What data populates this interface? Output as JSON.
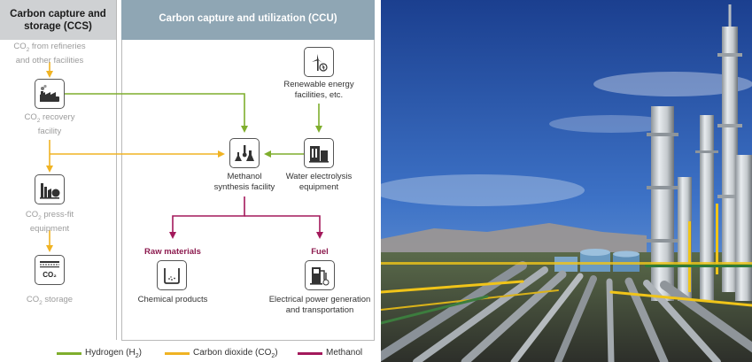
{
  "ccs": {
    "title_line1": "Carbon capture and",
    "title_line2": "storage (CCS)",
    "source_line1": "from refineries",
    "source_line2": "and other facilities",
    "recovery_line1": "recovery",
    "recovery_line2": "facility",
    "pressfit_line1": "press-fit",
    "pressfit_line2": "equipment",
    "storage_label": "storage",
    "storage_icon_text": "CO₂"
  },
  "co2": {
    "prefix": "CO",
    "sub": "2"
  },
  "ccu": {
    "title": "Carbon capture and utilization (CCU)",
    "renewable_line1": "Renewable energy",
    "renewable_line2": "facilities, etc.",
    "methanol_line1": "Methanol",
    "methanol_line2": "synthesis facility",
    "electrolysis_line1": "Water electrolysis",
    "electrolysis_line2": "equipment",
    "raw_materials": "Raw materials",
    "fuel": "Fuel",
    "chemical_products": "Chemical products",
    "power_line1": "Electrical power generation",
    "power_line2": "and transportation"
  },
  "legend": {
    "hydrogen_prefix": "Hydrogen (H",
    "hydrogen_sub": "2",
    "hydrogen_suffix": ")",
    "co2_prefix": "Carbon dioxide (CO",
    "co2_sub": "2",
    "co2_suffix": ")",
    "methanol": "Methanol"
  },
  "colors": {
    "hydrogen": "#7fae2d",
    "carbon_dioxide": "#f0b323",
    "methanol": "#a3195b",
    "ccs_header": "#cfd1d3",
    "ccu_header": "#8fa6b4"
  },
  "icons": {
    "recovery": "factory-icon",
    "pressfit": "compressor-icon",
    "storage": "storage-tank-icon",
    "renewable": "wind-turbine-icon",
    "methanol": "lab-flask-icon",
    "electrolysis": "electrolysis-icon",
    "chemical": "beaker-icon",
    "fuel": "fuel-pump-icon"
  }
}
